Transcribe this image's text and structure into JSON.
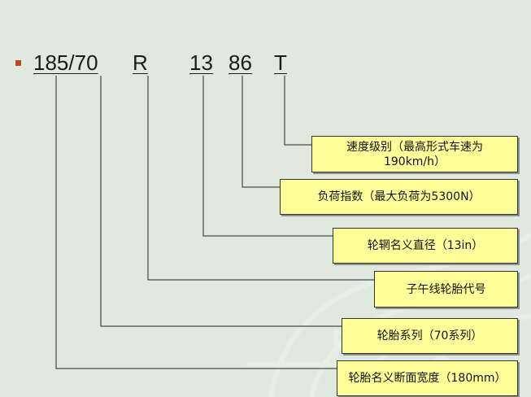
{
  "tire_code": {
    "width_ratio": "185/70",
    "construction": "R",
    "rim_diameter": "13",
    "load_index": "86",
    "speed_symbol": "T"
  },
  "explanations": {
    "speed_rating": "速度级别（最高形式车速为\n190km/h）",
    "load_index": "负荷指数（最大负荷为5300N）",
    "rim_diameter": "轮辋名义直径（13in）",
    "construction": "子午线轮胎代号",
    "series": "轮胎系列（70系列）",
    "section_width": "轮胎名义断面宽度（180mm）"
  },
  "colors": {
    "background": "#dfe9dd",
    "box_fill": "#ffff99",
    "bullet": "#c0471f"
  }
}
